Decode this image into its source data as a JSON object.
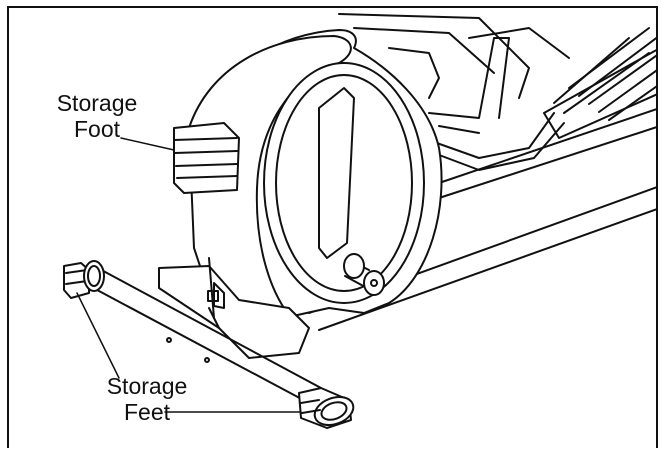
{
  "figure": {
    "labels": {
      "storage_foot_line1": "Storage",
      "storage_foot_line2": "Foot",
      "storage_feet_line1": "Storage",
      "storage_feet_line2": "Feet"
    },
    "line_color": "#111111",
    "shade_color": "#d9d9d9"
  }
}
